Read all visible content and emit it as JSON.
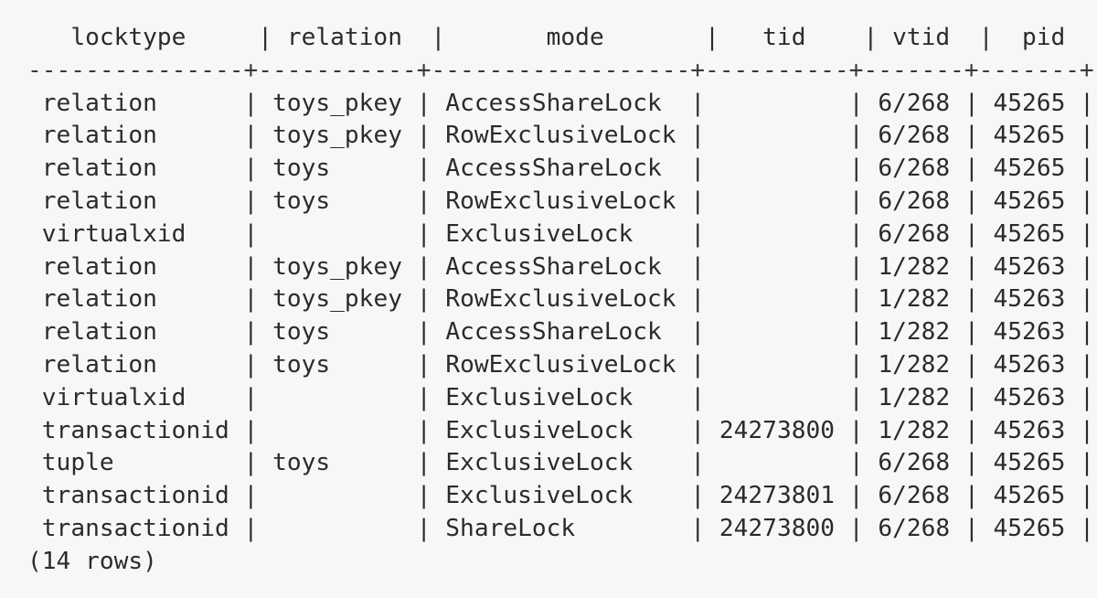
{
  "table": {
    "columns": [
      "locktype",
      "relation",
      "mode",
      "tid",
      "vtid",
      "pid"
    ],
    "rows": [
      {
        "locktype": "relation",
        "relation": "toys_pkey",
        "mode": "AccessShareLock",
        "tid": "",
        "vtid": "6/268",
        "pid": "45265"
      },
      {
        "locktype": "relation",
        "relation": "toys_pkey",
        "mode": "RowExclusiveLock",
        "tid": "",
        "vtid": "6/268",
        "pid": "45265"
      },
      {
        "locktype": "relation",
        "relation": "toys",
        "mode": "AccessShareLock",
        "tid": "",
        "vtid": "6/268",
        "pid": "45265"
      },
      {
        "locktype": "relation",
        "relation": "toys",
        "mode": "RowExclusiveLock",
        "tid": "",
        "vtid": "6/268",
        "pid": "45265"
      },
      {
        "locktype": "virtualxid",
        "relation": "",
        "mode": "ExclusiveLock",
        "tid": "",
        "vtid": "6/268",
        "pid": "45265"
      },
      {
        "locktype": "relation",
        "relation": "toys_pkey",
        "mode": "AccessShareLock",
        "tid": "",
        "vtid": "1/282",
        "pid": "45263"
      },
      {
        "locktype": "relation",
        "relation": "toys_pkey",
        "mode": "RowExclusiveLock",
        "tid": "",
        "vtid": "1/282",
        "pid": "45263"
      },
      {
        "locktype": "relation",
        "relation": "toys",
        "mode": "AccessShareLock",
        "tid": "",
        "vtid": "1/282",
        "pid": "45263"
      },
      {
        "locktype": "relation",
        "relation": "toys",
        "mode": "RowExclusiveLock",
        "tid": "",
        "vtid": "1/282",
        "pid": "45263"
      },
      {
        "locktype": "virtualxid",
        "relation": "",
        "mode": "ExclusiveLock",
        "tid": "",
        "vtid": "1/282",
        "pid": "45263"
      },
      {
        "locktype": "transactionid",
        "relation": "",
        "mode": "ExclusiveLock",
        "tid": "24273800",
        "vtid": "1/282",
        "pid": "45263"
      },
      {
        "locktype": "tuple",
        "relation": "toys",
        "mode": "ExclusiveLock",
        "tid": "",
        "vtid": "6/268",
        "pid": "45265"
      },
      {
        "locktype": "transactionid",
        "relation": "",
        "mode": "ExclusiveLock",
        "tid": "24273801",
        "vtid": "6/268",
        "pid": "45265"
      },
      {
        "locktype": "transactionid",
        "relation": "",
        "mode": "ShareLock",
        "tid": "24273800",
        "vtid": "6/268",
        "pid": "45265"
      }
    ],
    "footer": "(14 rows)"
  }
}
